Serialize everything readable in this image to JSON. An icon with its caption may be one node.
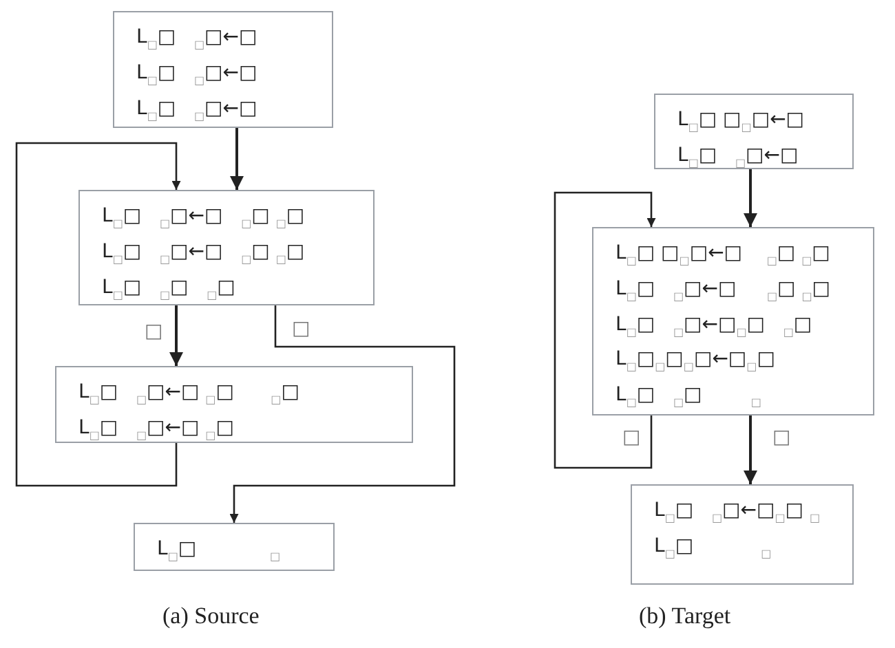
{
  "diagram": {
    "nodes": [
      {
        "text": [
          "L$_{□}$□   $_{□}$□←□",
          "L$_{□}$□   $_{□}$□←□",
          "L$_{□}$□   $_{□}$□←□"
        ]
      },
      {
        "text": [
          "L$_{□}$□   $_{□}$□←□   $_{□}$□ $_{□}$□",
          "L$_{□}$□   $_{□}$□←□   $_{□}$□ $_{□}$□",
          "L$_{□}$□   $_{□}$□   $_{□}$□"
        ]
      },
      {
        "text": [
          "L$_{□}$□   $_{□}$□←□ $_{□}$□      $_{□}$□",
          "L$_{□}$□   $_{□}$□←□ $_{□}$□"
        ]
      },
      {
        "text": [
          "L$_{□}$□            $_{□}$"
        ]
      },
      {
        "text": [
          "L$_{□}$□ □$_{□}$□←□",
          "L$_{□}$□   $_{□}$□←□"
        ]
      },
      {
        "text": [
          "L$_{□}$□ □$_{□}$□←□    $_{□}$□ $_{□}$□",
          "L$_{□}$□   $_{□}$□←□     $_{□}$□ $_{□}$□",
          "L$_{□}$□   $_{□}$□←□$_{□}$□   $_{□}$□",
          "L$_{□}$□$_{□}$□$_{□}$□←□$_{□}$□",
          "L$_{□}$□   $_{□}$□        $_{□}$"
        ]
      },
      {
        "text": [
          "L$_{□}$□   $_{□}$□←□$_{□}$□ $_{□}$",
          "L$_{□}$□           $_{□}$"
        ]
      }
    ],
    "edges": [
      {
        "from": 0,
        "to": 1,
        "arrow": "to"
      },
      {
        "from": 2,
        "to": 1,
        "arrow": "to"
      },
      {
        "from": 1,
        "to": 2,
        "arrow": "to",
        "label": "□"
      },
      {
        "from": 1,
        "to": 3,
        "arrow": "to",
        "label": "□"
      },
      {
        "from": 4,
        "to": 5,
        "arrow": "to"
      },
      {
        "from": 5,
        "to": 5,
        "arrow": "to",
        "label": "□"
      },
      {
        "from": 5,
        "to": 6,
        "arrow": "to",
        "label": "□"
      }
    ],
    "labels": [
      "(a) Source",
      "(b) Target"
    ]
  }
}
